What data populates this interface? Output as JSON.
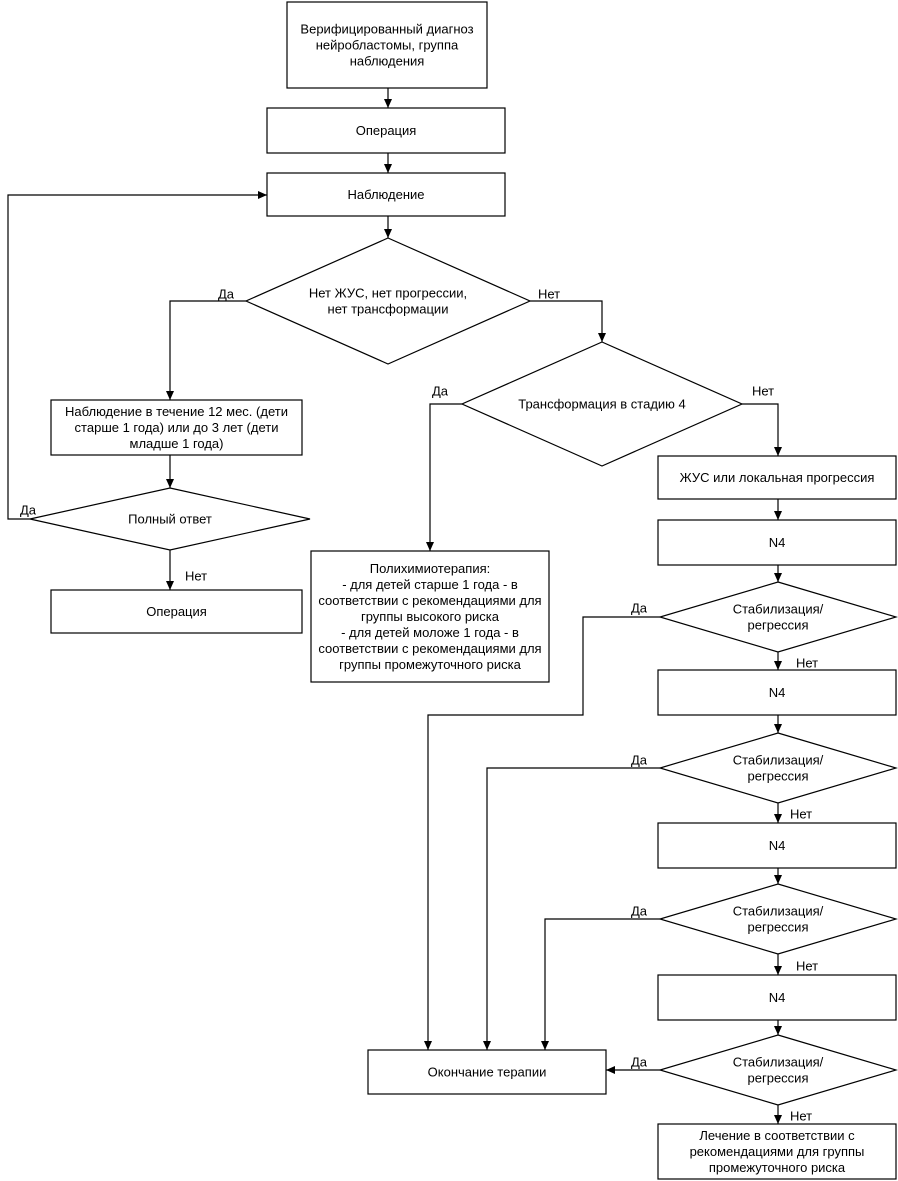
{
  "nodes": {
    "start": [
      "Верифицированный диагноз",
      "нейробластомы, группа",
      "наблюдения"
    ],
    "operation_1": [
      "Операция"
    ],
    "observation": [
      "Наблюдение"
    ],
    "decision_no_progression": [
      "Нет ЖУС, нет прогрессии,",
      "нет трансформации"
    ],
    "observation_12m": [
      "Наблюдение в течение 12 мес. (дети",
      "старше 1 года) или до 3 лет (дети",
      "младше 1 года)"
    ],
    "decision_full_response": [
      "Полный ответ"
    ],
    "operation_2": [
      "Операция"
    ],
    "decision_stage4": [
      "Трансформация в стадию 4"
    ],
    "chemotherapy": [
      "Полихимиотерапия:",
      "- для детей старше 1 года - в",
      "соответствии с рекомендациями для",
      "группы высокого риска",
      "- для детей моложе 1 года - в",
      "соответствии с рекомендациями для",
      "группы промежуточного риска"
    ],
    "zhus_local": [
      "ЖУС или локальная прогрессия"
    ],
    "n4_1": [
      "N4"
    ],
    "stab_1": [
      "Стабилизация/",
      "регрессия"
    ],
    "n4_2": [
      "N4"
    ],
    "stab_2": [
      "Стабилизация/",
      "регрессия"
    ],
    "n4_3": [
      "N4"
    ],
    "stab_3": [
      "Стабилизация/",
      "регрессия"
    ],
    "n4_4": [
      "N4"
    ],
    "stab_4": [
      "Стабилизация/",
      "регрессия"
    ],
    "end_therapy": [
      "Окончание терапии"
    ],
    "intermediate_risk": [
      "Лечение в соответствии с",
      "рекомендациями для группы",
      "промежуточного риска"
    ]
  },
  "labels": {
    "yes": "Да",
    "no": "Нет"
  }
}
